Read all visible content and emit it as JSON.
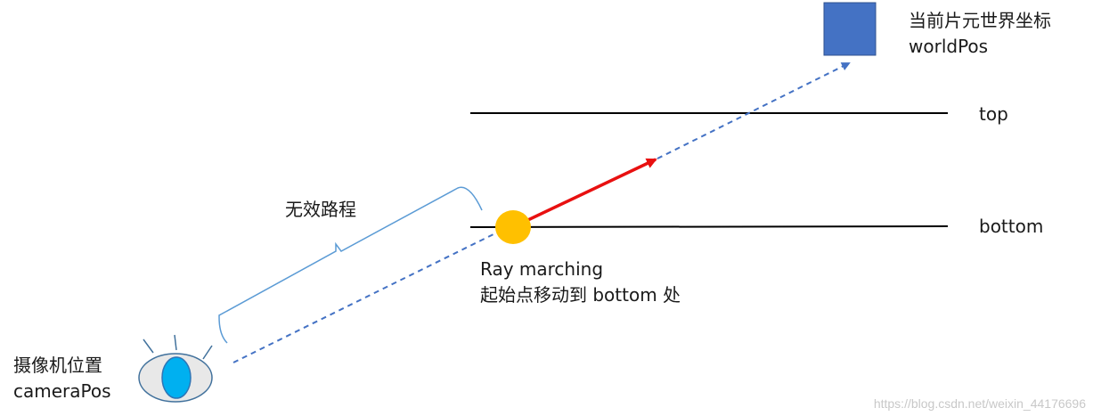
{
  "labels": {
    "fragment_title": "当前片元世界坐标",
    "fragment_var": "worldPos",
    "top": "top",
    "bottom": "bottom",
    "wasted_path": "无效路程",
    "start_line1": "Ray marching",
    "start_line2": "起始点移动到 bottom 处",
    "camera_title": "摄像机位置",
    "camera_var": "cameraPos"
  },
  "watermark": "https://blog.csdn.net/weixin_44176696",
  "colors": {
    "fragment_square": "#4472c4",
    "ray_dashed": "#4472c4",
    "ray_active": "#e81010",
    "start_point": "#ffc000",
    "eye_pupil": "#00b0f0",
    "eye_outline": "#41719c",
    "boundary_lines": "#000000",
    "brace": "#5b9bd5"
  },
  "icons": {
    "camera": "eye-icon",
    "start_point": "circle-dot-icon",
    "fragment": "square-icon"
  }
}
